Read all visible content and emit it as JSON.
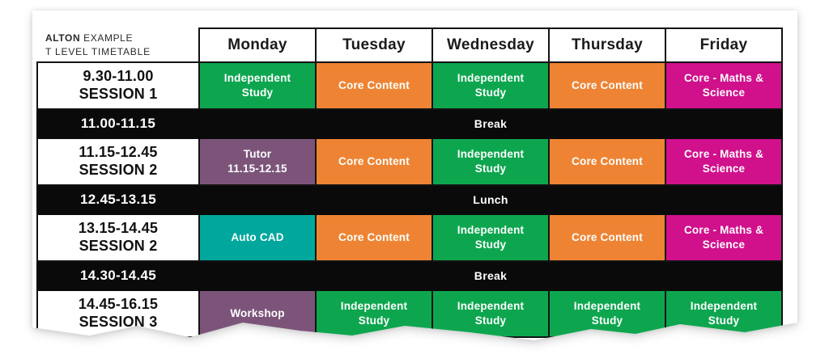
{
  "header": {
    "brand_bold": "ALTON",
    "brand_rest": "EXAMPLE",
    "subtitle": "T LEVEL TIMETABLE",
    "days": [
      "Monday",
      "Tuesday",
      "Wednesday",
      "Thursday",
      "Friday"
    ]
  },
  "palette": {
    "green": "#0DA64F",
    "orange": "#EE8433",
    "magenta": "#D1108C",
    "purple": "#7C547A",
    "teal": "#00A79D",
    "bar_black": "#0A0A0A"
  },
  "rows": [
    {
      "type": "session",
      "time": "9.30-11.00",
      "session": "SESSION 1",
      "cells": [
        {
          "text": "Independent\nStudy",
          "color": "green"
        },
        {
          "text": "Core Content",
          "color": "orange"
        },
        {
          "text": "Independent\nStudy",
          "color": "green"
        },
        {
          "text": "Core Content",
          "color": "orange"
        },
        {
          "text": "Core - Maths &\nScience",
          "color": "magenta"
        }
      ]
    },
    {
      "type": "break",
      "time": "11.00-11.15",
      "label": "Break"
    },
    {
      "type": "session",
      "time": "11.15-12.45",
      "session": "SESSION 2",
      "cells": [
        {
          "text": "Tutor\n11.15-12.15",
          "color": "purple"
        },
        {
          "text": "Core Content",
          "color": "orange"
        },
        {
          "text": "Independent\nStudy",
          "color": "green"
        },
        {
          "text": "Core Content",
          "color": "orange"
        },
        {
          "text": "Core - Maths &\nScience",
          "color": "magenta"
        }
      ]
    },
    {
      "type": "break",
      "time": "12.45-13.15",
      "label": "Lunch"
    },
    {
      "type": "session",
      "time": "13.15-14.45",
      "session": "SESSION 2",
      "cells": [
        {
          "text": "Auto CAD",
          "color": "teal"
        },
        {
          "text": "Core Content",
          "color": "orange"
        },
        {
          "text": "Independent\nStudy",
          "color": "green"
        },
        {
          "text": "Core Content",
          "color": "orange"
        },
        {
          "text": "Core - Maths &\nScience",
          "color": "magenta"
        }
      ]
    },
    {
      "type": "break",
      "time": "14.30-14.45",
      "label": "Break"
    },
    {
      "type": "session",
      "time": "14.45-16.15",
      "session": "SESSION 3",
      "cells": [
        {
          "text": "Workshop",
          "color": "purple"
        },
        {
          "text": "Independent\nStudy",
          "color": "green"
        },
        {
          "text": "Independent\nStudy",
          "color": "green"
        },
        {
          "text": "Independent\nStudy",
          "color": "green"
        },
        {
          "text": "Independent\nStudy",
          "color": "green"
        }
      ]
    }
  ]
}
